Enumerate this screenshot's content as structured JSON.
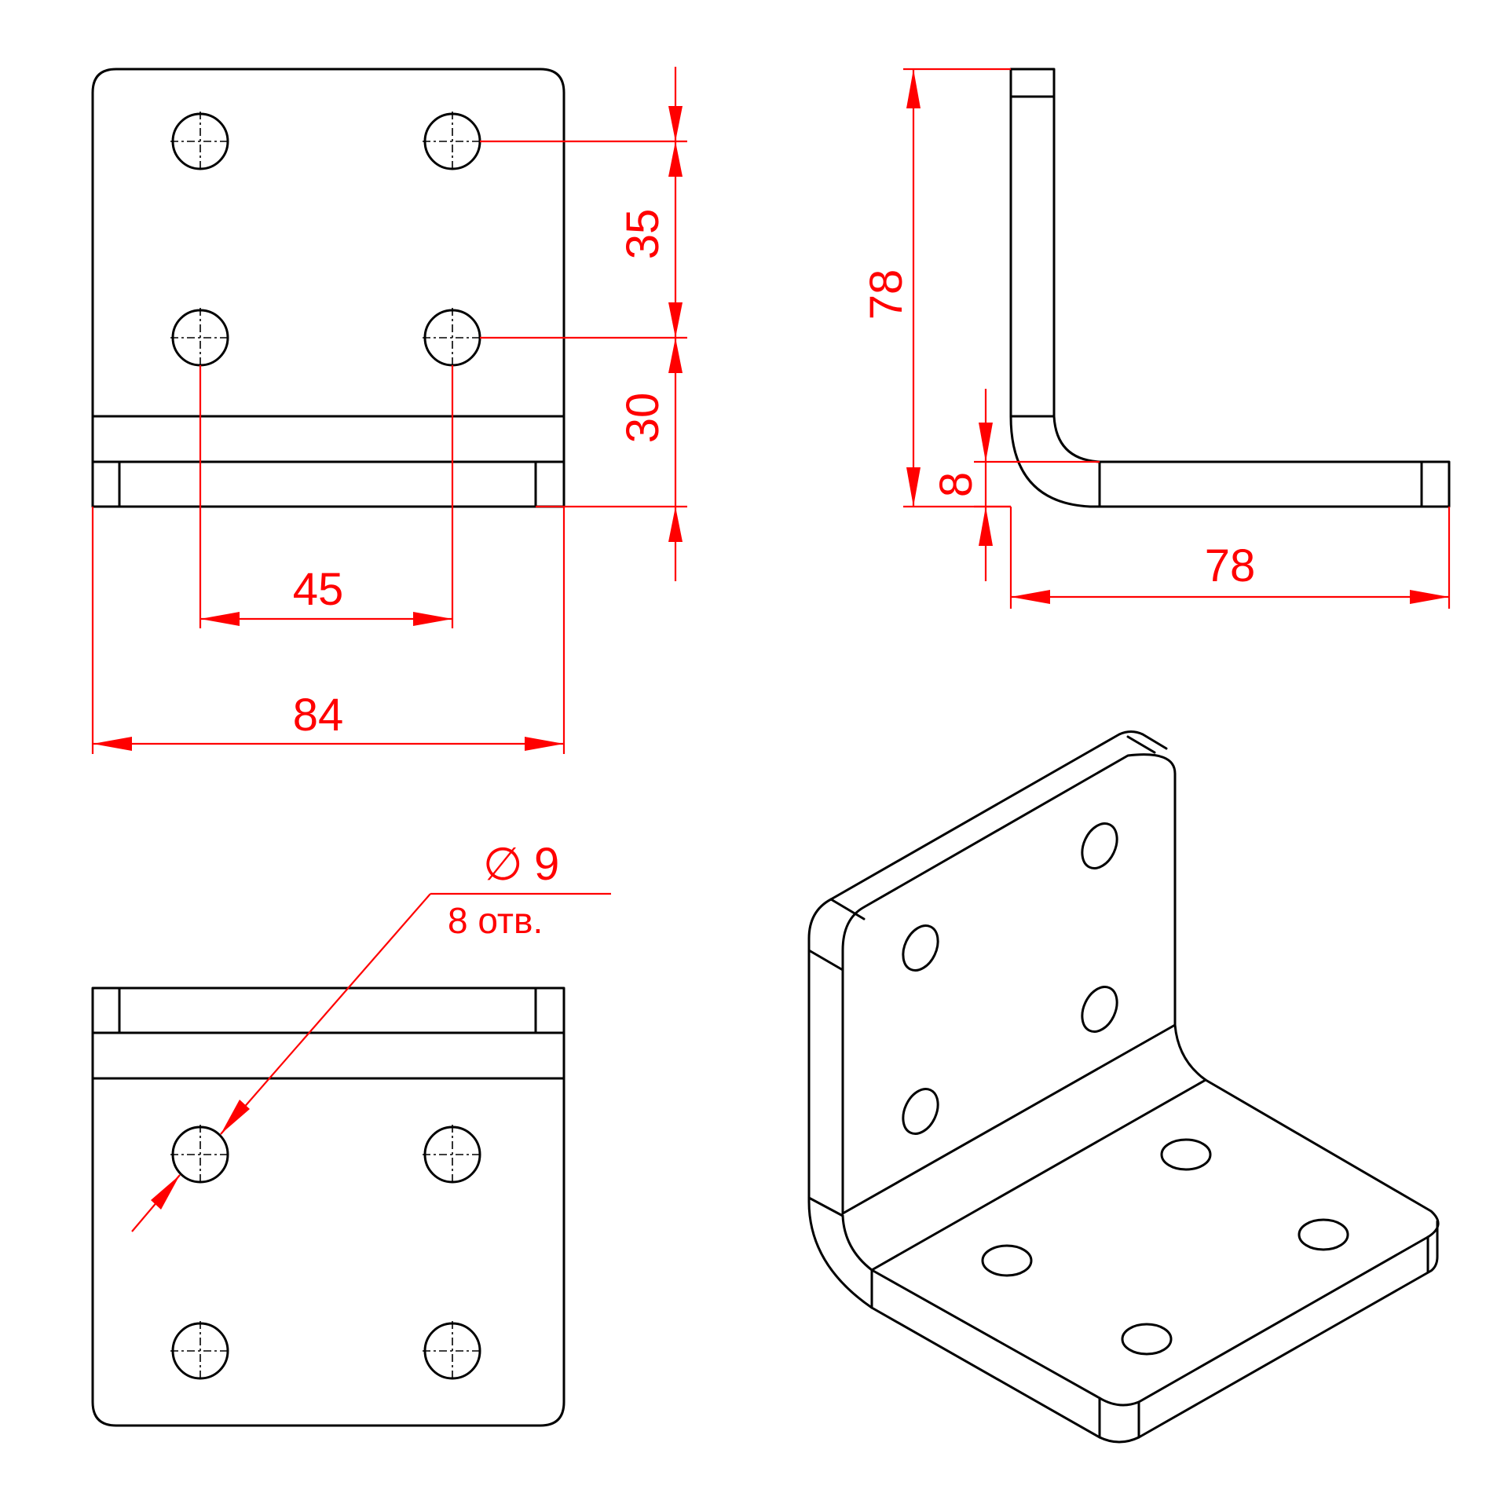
{
  "dimensions": {
    "hole_spacing_vertical_top": "35",
    "hole_spacing_vertical_bottom": "30",
    "hole_spacing_horizontal": "45",
    "overall_width": "84",
    "side_height": "78",
    "thickness": "8",
    "side_length": "78"
  },
  "hole_callout": {
    "diameter_symbol": "∅",
    "diameter": "9",
    "count_text": "8 отв."
  },
  "colors": {
    "part_lines": "#000000",
    "dimension_lines": "#ff0000",
    "background": "#ffffff"
  }
}
